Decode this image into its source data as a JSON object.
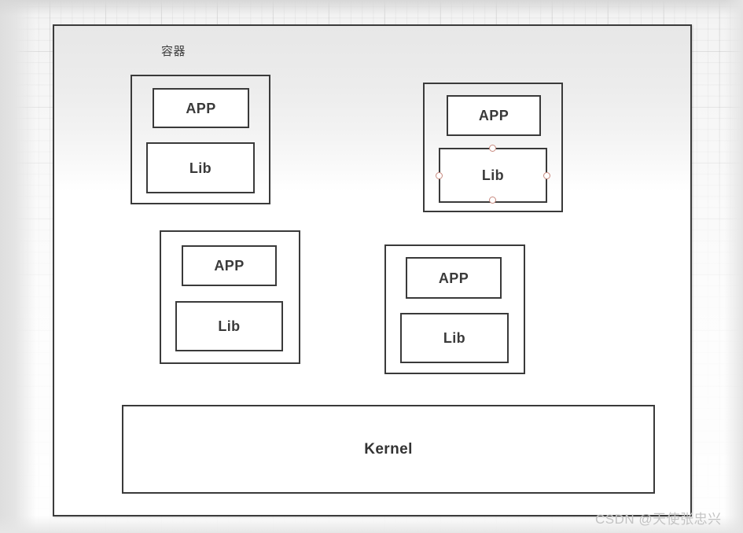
{
  "diagram": {
    "title_label": "容器",
    "watermark": "CSDN @天使张忠兴",
    "colors": {
      "box_border": "#3a3a3a",
      "frame_border": "#3b3b3b",
      "handle_stroke": "#c98b80",
      "canvas_grid": "#f2f2f2",
      "text": "#3a3a3a",
      "watermark": "#c3c3c3"
    },
    "kernel": {
      "label": "Kernel"
    },
    "containers": [
      {
        "id": "container-top-left",
        "selected": false,
        "app": {
          "label": "APP"
        },
        "lib": {
          "label": "Lib",
          "handles": []
        }
      },
      {
        "id": "container-top-right",
        "selected": true,
        "app": {
          "label": "APP"
        },
        "lib": {
          "label": "Lib",
          "handles": [
            "top",
            "right",
            "bottom",
            "left"
          ]
        }
      },
      {
        "id": "container-bottom-left",
        "selected": false,
        "app": {
          "label": "APP"
        },
        "lib": {
          "label": "Lib",
          "handles": []
        }
      },
      {
        "id": "container-bottom-right",
        "selected": false,
        "app": {
          "label": "APP"
        },
        "lib": {
          "label": "Lib",
          "handles": []
        }
      }
    ]
  }
}
